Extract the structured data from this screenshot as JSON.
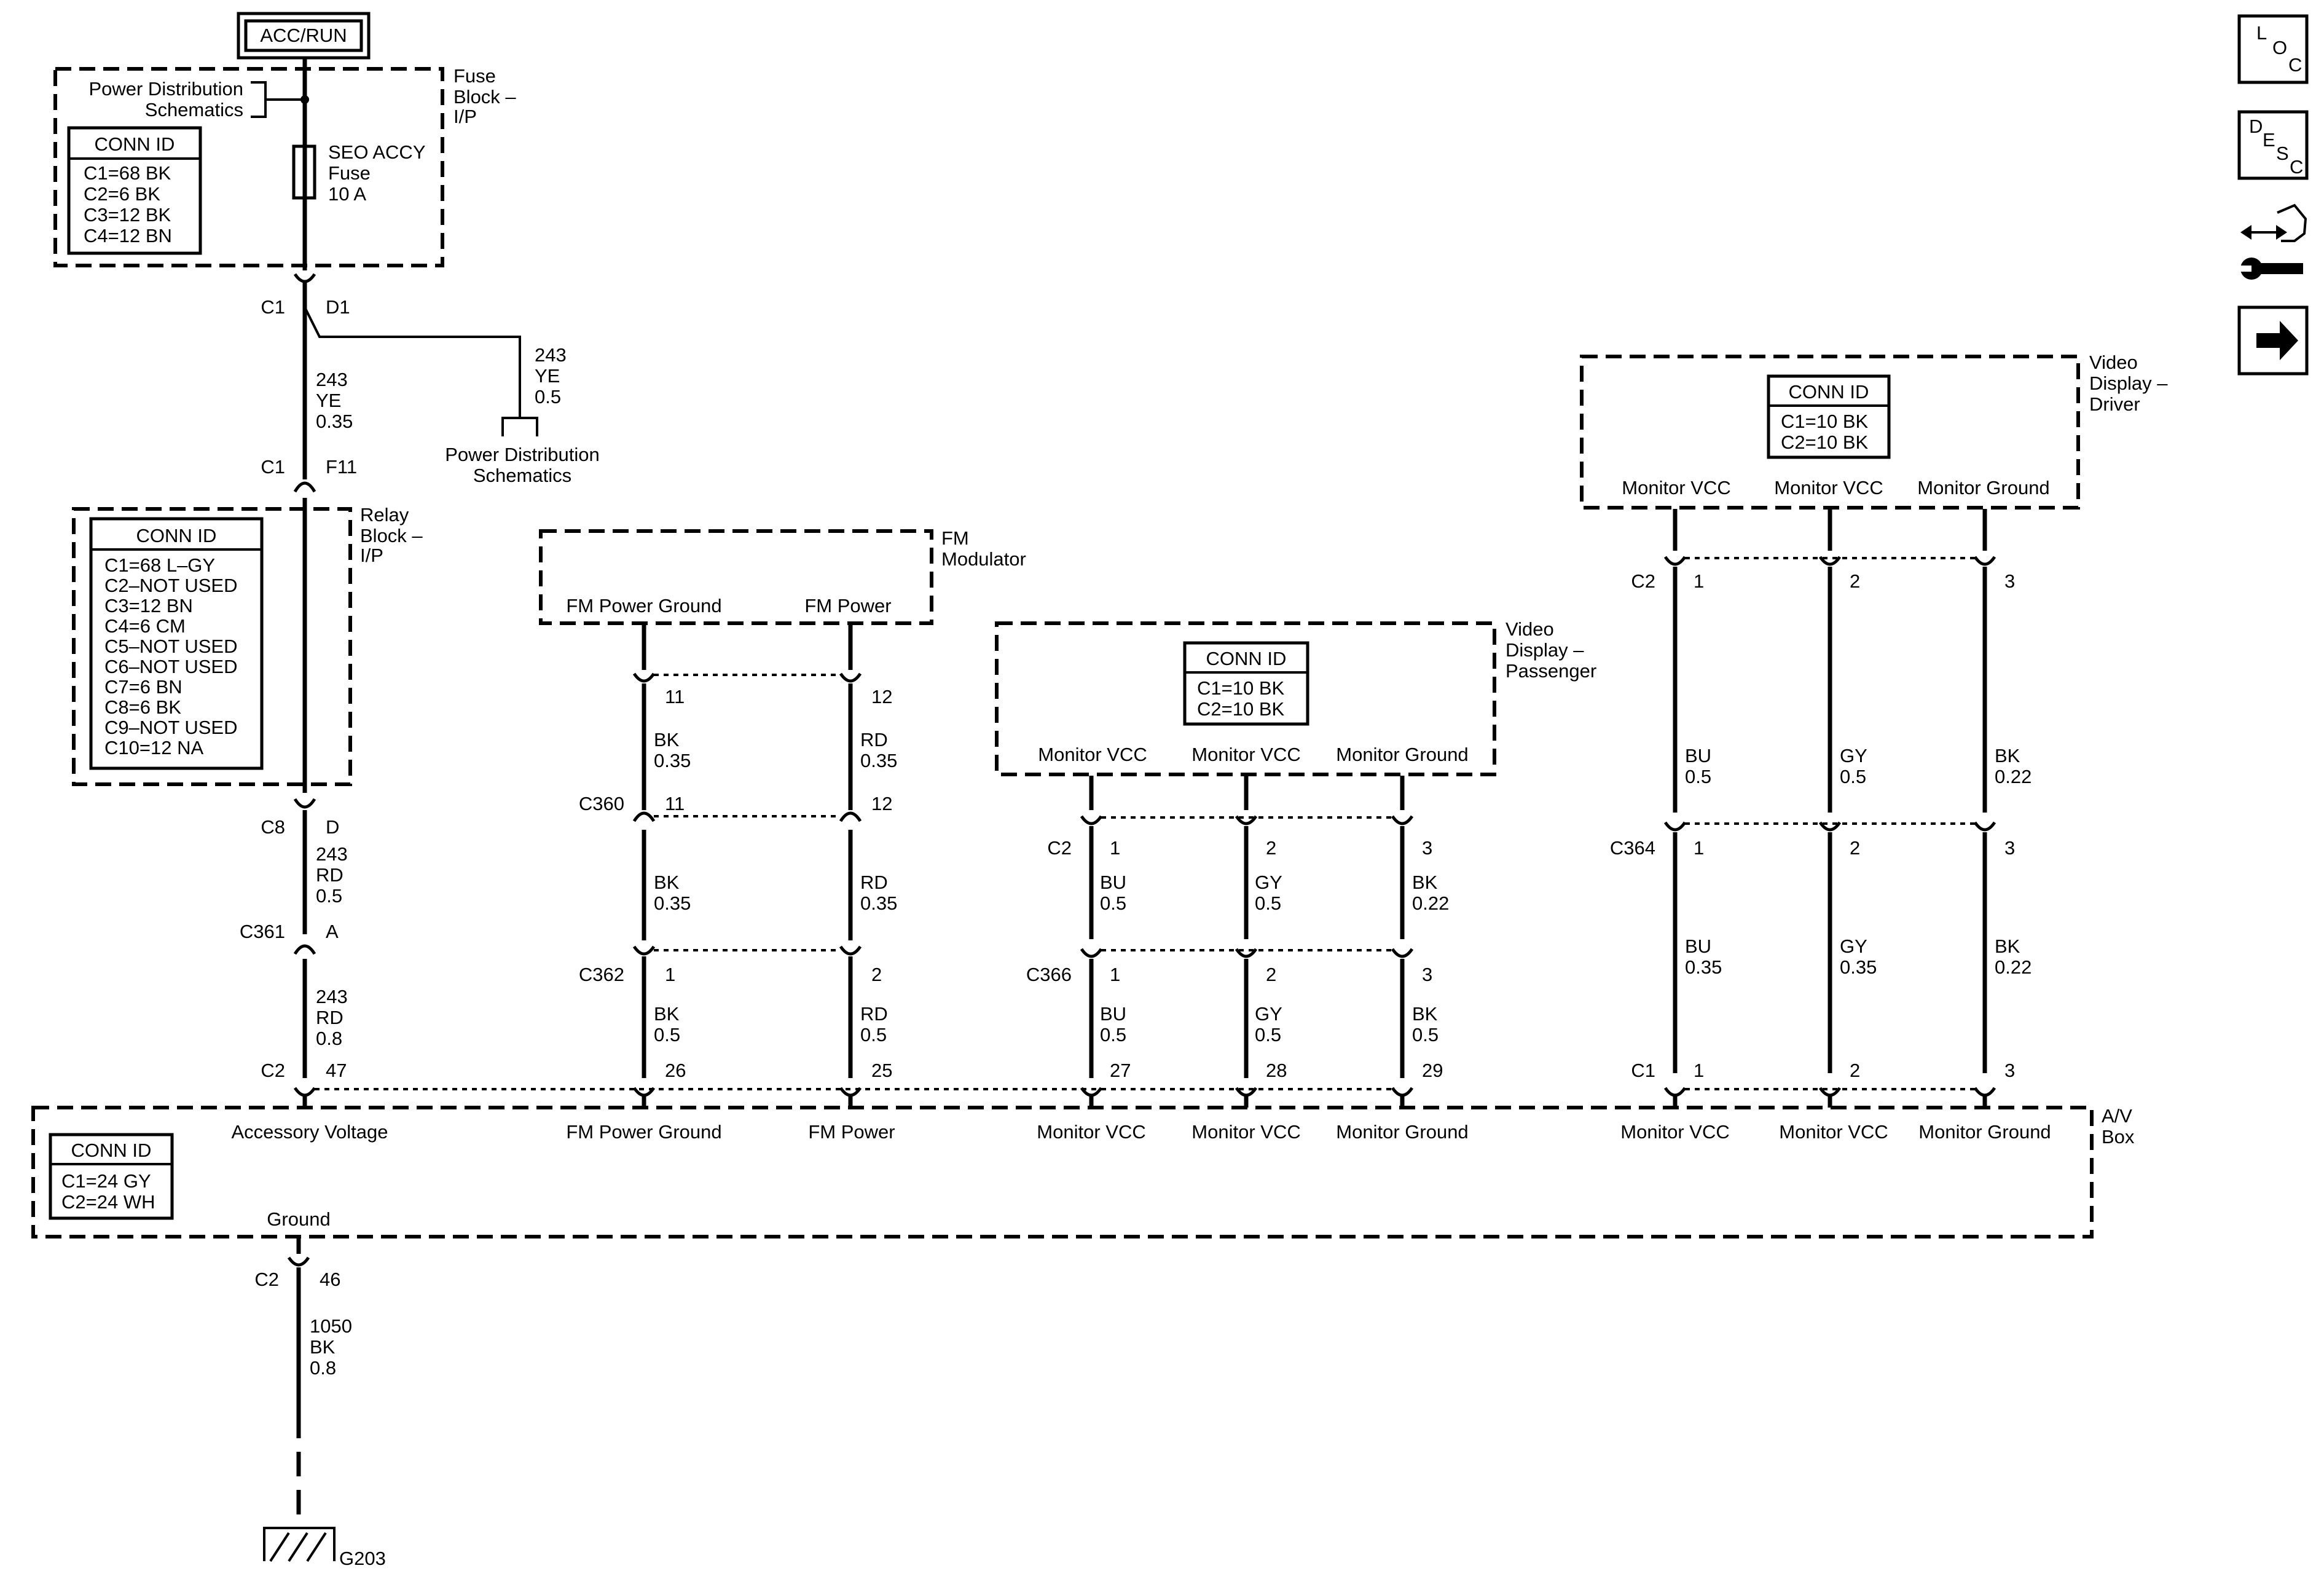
{
  "power_source": "ACC/RUN",
  "fuse_block": {
    "title_lines": [
      "Fuse",
      "Block –",
      "I/P"
    ],
    "pd_ref_lines": [
      "Power Distribution",
      "Schematics"
    ],
    "conn_title": "CONN ID",
    "conn_lines": [
      "C1=68 BK",
      "C2=6 BK",
      "C3=12 BK",
      "C4=12 BN"
    ],
    "fuse_lines": [
      "SEO ACCY",
      "Fuse",
      "10 A"
    ]
  },
  "splice_conn": {
    "left": "C1",
    "right": "D1"
  },
  "branch_wire": [
    "243",
    "YE",
    "0.5"
  ],
  "branch_ref_lines": [
    "Power Distribution",
    "Schematics"
  ],
  "main_wire_1": [
    "243",
    "YE",
    "0.35"
  ],
  "relay_in_conn": {
    "left": "C1",
    "right": "F11"
  },
  "relay_block": {
    "title_lines": [
      "Relay",
      "Block –",
      "I/P"
    ],
    "conn_title": "CONN ID",
    "conn_lines": [
      "C1=68 L–GY",
      "C2–NOT USED",
      "C3=12 BN",
      "C4=6 CM",
      "C5–NOT USED",
      "C6–NOT USED",
      "C7=6 BN",
      "C8=6 BK",
      "C9–NOT USED",
      "C10=12 NA"
    ]
  },
  "relay_out_conn": {
    "left": "C8",
    "right": "D"
  },
  "main_wire_2": [
    "243",
    "RD",
    "0.5"
  ],
  "c361": {
    "left": "C361",
    "right": "A"
  },
  "main_wire_3": [
    "243",
    "RD",
    "0.8"
  ],
  "fm_modulator": {
    "title_lines": [
      "FM",
      "Modulator"
    ],
    "pins": [
      "FM Power Ground",
      "FM Power"
    ],
    "conn_pins": [
      "11",
      "12"
    ],
    "wires_a": [
      [
        "BK",
        "0.35"
      ],
      [
        "RD",
        "0.35"
      ]
    ],
    "c360": {
      "label": "C360",
      "pins": [
        "11",
        "12"
      ]
    },
    "wires_b": [
      [
        "BK",
        "0.35"
      ],
      [
        "RD",
        "0.35"
      ]
    ],
    "c362": {
      "label": "C362",
      "pins": [
        "1",
        "2"
      ]
    },
    "wires_c": [
      [
        "BK",
        "0.5"
      ],
      [
        "RD",
        "0.5"
      ]
    ]
  },
  "video_passenger": {
    "title_lines": [
      "Video",
      "Display –",
      "Passenger"
    ],
    "conn_title": "CONN ID",
    "conn_lines": [
      "C1=10 BK",
      "C2=10 BK"
    ],
    "pins": [
      "Monitor VCC",
      "Monitor VCC",
      "Monitor Ground"
    ],
    "conn": {
      "label": "C2",
      "pins": [
        "1",
        "2",
        "3"
      ]
    },
    "wires_a": [
      [
        "BU",
        "0.5"
      ],
      [
        "GY",
        "0.5"
      ],
      [
        "BK",
        "0.22"
      ]
    ],
    "c366": {
      "label": "C366",
      "pins": [
        "1",
        "2",
        "3"
      ]
    },
    "wires_b": [
      [
        "BU",
        "0.5"
      ],
      [
        "GY",
        "0.5"
      ],
      [
        "BK",
        "0.5"
      ]
    ]
  },
  "video_driver": {
    "title_lines": [
      "Video",
      "Display –",
      "Driver"
    ],
    "conn_title": "CONN ID",
    "conn_lines": [
      "C1=10 BK",
      "C2=10 BK"
    ],
    "pins": [
      "Monitor VCC",
      "Monitor VCC",
      "Monitor Ground"
    ],
    "conn": {
      "label": "C2",
      "pins": [
        "1",
        "2",
        "3"
      ]
    },
    "wires_a": [
      [
        "BU",
        "0.5"
      ],
      [
        "GY",
        "0.5"
      ],
      [
        "BK",
        "0.22"
      ]
    ],
    "c364": {
      "label": "C364",
      "pins": [
        "1",
        "2",
        "3"
      ]
    },
    "wires_b": [
      [
        "BU",
        "0.35"
      ],
      [
        "GY",
        "0.35"
      ],
      [
        "BK",
        "0.22"
      ]
    ],
    "c1": {
      "label": "C1",
      "pins": [
        "1",
        "2",
        "3"
      ]
    }
  },
  "av_box": {
    "title_lines": [
      "A/V",
      "Box"
    ],
    "conn_title": "CONN ID",
    "conn_lines": [
      "C1=24 GY",
      "C2=24 WH"
    ],
    "c2_label": "C2",
    "c2_pins": [
      "47",
      "26",
      "25",
      "27",
      "28",
      "29"
    ],
    "pins": [
      "Accessory Voltage",
      "FM Power Ground",
      "FM Power",
      "Monitor VCC",
      "Monitor VCC",
      "Monitor Ground",
      "Monitor VCC",
      "Monitor VCC",
      "Monitor Ground"
    ],
    "ground_label": "Ground",
    "ground_conn": {
      "label": "C2",
      "pin": "46"
    }
  },
  "ground_wire": [
    "1050",
    "BK",
    "0.8"
  ],
  "ground_id": "G203",
  "side_icons": {
    "loc": [
      "L",
      "O",
      "C"
    ],
    "desc": [
      "D",
      "E",
      "S",
      "C"
    ],
    "icon_names": [
      "loc-button-icon",
      "desc-button-icon",
      "connector-repair-icon",
      "next-arrow-icon"
    ]
  }
}
